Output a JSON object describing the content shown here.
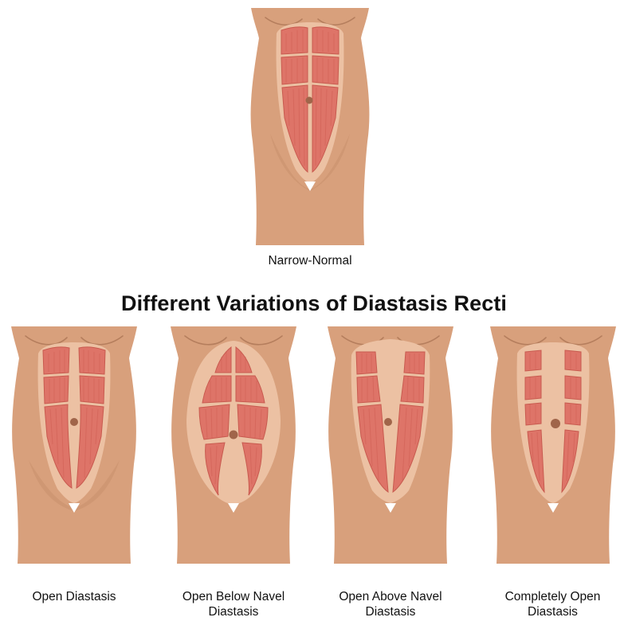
{
  "top_figure": {
    "label": "Narrow-Normal"
  },
  "heading": "Different Variations of Diastasis Recti",
  "figures": [
    {
      "label_line1": "Open Diastasis",
      "label_line2": ""
    },
    {
      "label_line1": "Open Below Navel",
      "label_line2": "Diastasis"
    },
    {
      "label_line1": "Open Above Navel",
      "label_line2": "Diastasis"
    },
    {
      "label_line1": "Completely Open",
      "label_line2": "Diastasis"
    }
  ],
  "colors": {
    "skin": "#d8a07c",
    "linea_alba": "#ecc1a3",
    "muscle": "#de7468",
    "navel": "#a0654a"
  }
}
